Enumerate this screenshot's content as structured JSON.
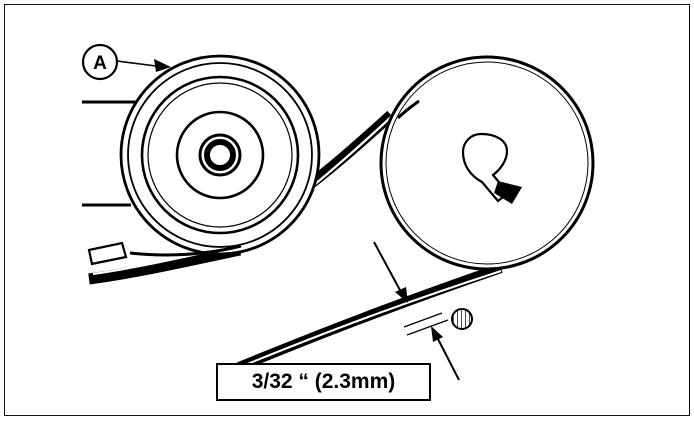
{
  "diagram": {
    "callout_label": "A",
    "measurement_label": "3/32 “ (2.3mm)"
  },
  "icons": [
    "pulley-a",
    "pulley-b",
    "belt",
    "measurement-arrow",
    "round-fastener-icon"
  ]
}
